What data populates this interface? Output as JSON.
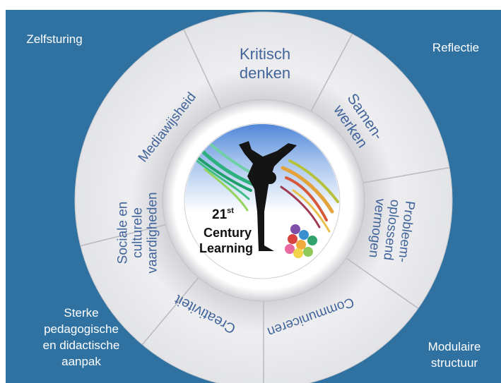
{
  "corners": {
    "top_left": [
      "Zelfsturing"
    ],
    "top_right": [
      "Reflectie"
    ],
    "bottom_left": [
      "Sterke",
      "pedagogische",
      "en didactische",
      "aanpak"
    ],
    "bottom_right": [
      "Modulaire",
      "structuur"
    ]
  },
  "segments": [
    {
      "id": "kritisch-denken",
      "lines": [
        "Kritisch",
        "denken"
      ]
    },
    {
      "id": "samenwerken",
      "lines": [
        "Samen-",
        "werken"
      ]
    },
    {
      "id": "probleemoplossend-vermogen",
      "lines": [
        "Probleem-",
        "oplossend",
        "vermogen"
      ]
    },
    {
      "id": "communiceren",
      "lines": [
        "Communiceren"
      ]
    },
    {
      "id": "creativiteit",
      "lines": [
        "Creativiteit"
      ]
    },
    {
      "id": "sociale-culturele-vaardigheden",
      "lines": [
        "Sociale en",
        "culturele",
        "vaardigheden"
      ]
    },
    {
      "id": "mediawijsheid",
      "lines": [
        "Mediawijsheid"
      ]
    }
  ],
  "logo": {
    "number": "21",
    "superscript": "st",
    "line2": "Century",
    "line3": "Learning"
  },
  "colors": {
    "background": "#2f72a2",
    "wheel": "#e9e9eb",
    "divider": "#b9bac0",
    "text_on_wheel": "#42659b",
    "corner_text": "#ffffff"
  }
}
